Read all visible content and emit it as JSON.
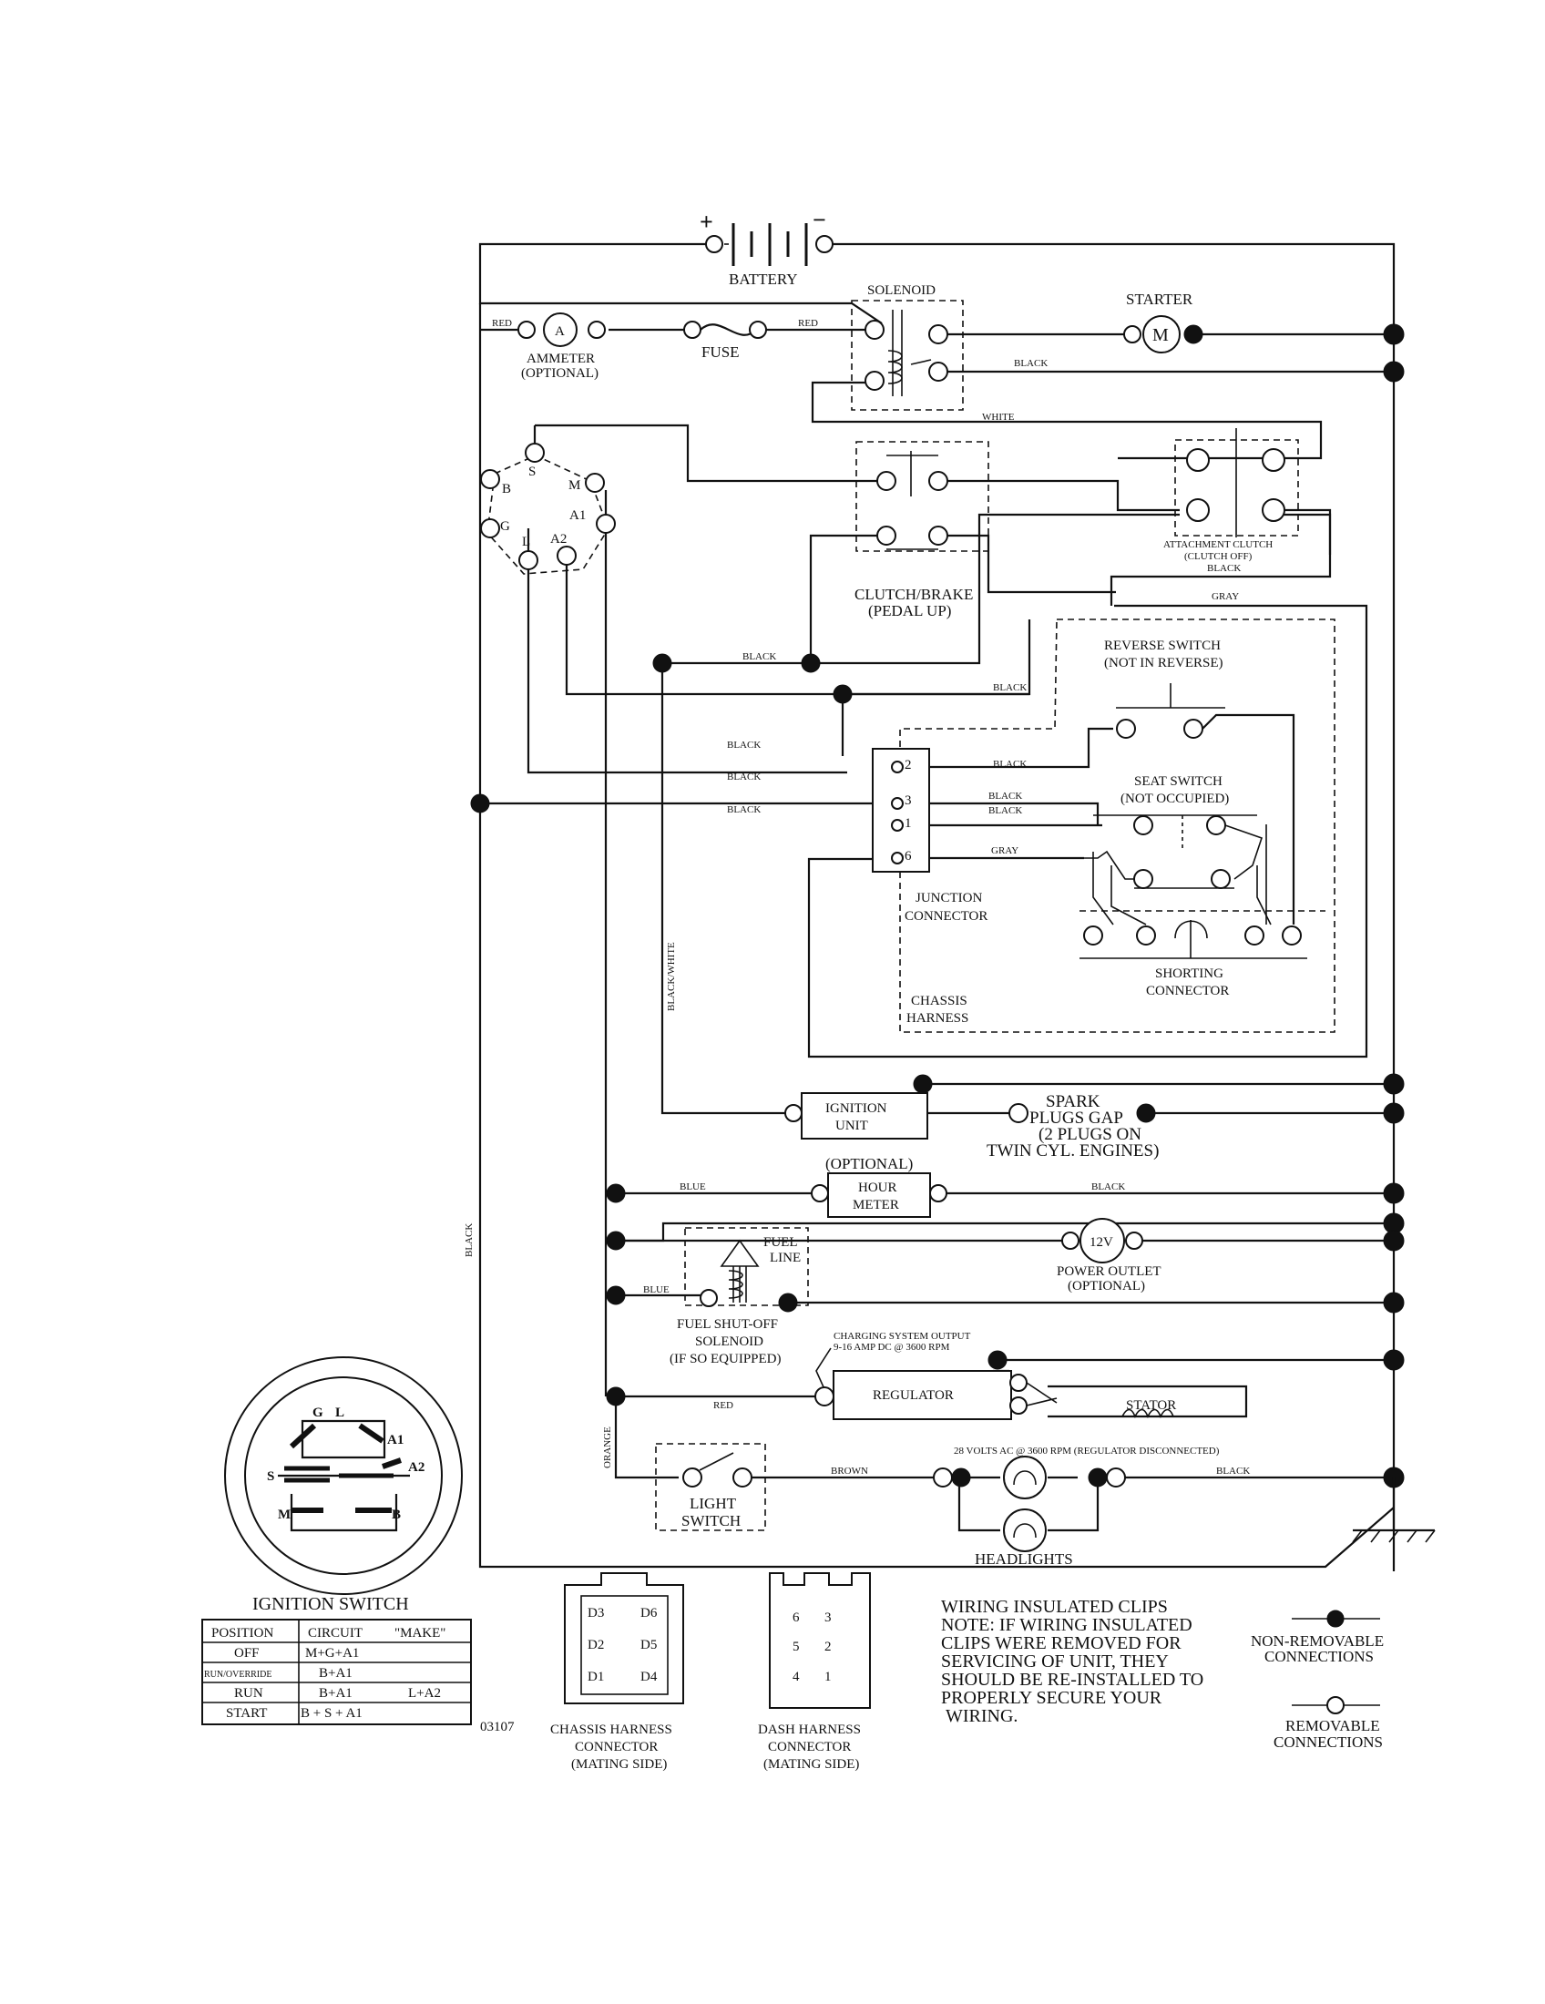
{
  "components": {
    "battery": "BATTERY",
    "battery_plus": "+",
    "battery_minus": "−",
    "solenoid": "SOLENOID",
    "starter": "STARTER",
    "starter_symbol": "M",
    "ammeter_symbol": "A",
    "ammeter_line1": "AMMETER",
    "ammeter_line2": "(OPTIONAL)",
    "fuse": "FUSE",
    "attachment_clutch_line1": "ATTACHMENT CLUTCH",
    "attachment_clutch_line2": "(CLUTCH OFF)",
    "clutch_brake_line1": "CLUTCH/BRAKE",
    "clutch_brake_line2": "(PEDAL UP)",
    "reverse_switch_line1": "REVERSE SWITCH",
    "reverse_switch_line2": "(NOT IN REVERSE)",
    "seat_switch_line1": "SEAT SWITCH",
    "seat_switch_line2": "(NOT OCCUPIED)",
    "junction_line1": "JUNCTION",
    "junction_line2": "CONNECTOR",
    "shorting_line1": "SHORTING",
    "shorting_line2": "CONNECTOR",
    "chassis_harness_line1": "CHASSIS",
    "chassis_harness_line2": "HARNESS",
    "ignition_unit_line1": "IGNITION",
    "ignition_unit_line2": "UNIT",
    "spark_line1": "SPARK",
    "spark_line2": "PLUGS GAP",
    "spark_line3": "(2 PLUGS ON",
    "spark_line4": "TWIN CYL. ENGINES)",
    "hour_meter_optional": "(OPTIONAL)",
    "hour_meter_line1": "HOUR",
    "hour_meter_line2": "METER",
    "power_outlet_symbol": "12V",
    "power_outlet_line1": "POWER OUTLET",
    "power_outlet_line2": "(OPTIONAL)",
    "fuel_line_line1": "FUEL",
    "fuel_line_line2": "LINE",
    "fuel_solenoid_line1": "FUEL SHUT-OFF",
    "fuel_solenoid_line2": "SOLENOID",
    "fuel_solenoid_line3": "(IF SO EQUIPPED)",
    "charging_line1": "CHARGING SYSTEM OUTPUT",
    "charging_line2": "9-16 AMP DC @ 3600 RPM",
    "regulator": "REGULATOR",
    "stator": "STATOR",
    "stator_note": "28 VOLTS AC @ 3600 RPM (REGULATOR DISCONNECTED)",
    "light_switch_line1": "LIGHT",
    "light_switch_line2": "SWITCH",
    "headlights": "HEADLIGHTS"
  },
  "wire_labels": {
    "red": "RED",
    "white": "WHITE",
    "black": "BLACK",
    "gray": "GRAY",
    "blue": "BLUE",
    "brown": "BROWN",
    "orange": "ORANGE",
    "black_white": "BLACK/WHITE",
    "black_upper": "BLACK",
    "black_lower": "BLACK",
    "black_mid": "BLACK"
  },
  "junction_pins": [
    "2",
    "3",
    "1",
    "6"
  ],
  "ignition_terminals": [
    "B",
    "S",
    "M",
    "G",
    "A1",
    "L",
    "A2"
  ],
  "ignition_switch": {
    "title": "IGNITION SWITCH",
    "face_labels": [
      "G",
      "L",
      "A1",
      "S",
      "A2",
      "M",
      "B"
    ],
    "table_header": [
      "POSITION",
      "CIRCUIT",
      "\"MAKE\""
    ],
    "rows": [
      {
        "position": "OFF",
        "circuit": "M+G+A1",
        "extra": ""
      },
      {
        "position": "RUN/OVERRIDE",
        "circuit": "B+A1",
        "extra": ""
      },
      {
        "position": "RUN",
        "circuit": "B+A1",
        "extra": "L+A2"
      },
      {
        "position": "START",
        "circuit": "B + S + A1",
        "extra": ""
      }
    ],
    "part_number": "03107"
  },
  "chassis_harness_connector": {
    "pins": [
      "D3",
      "D6",
      "D2",
      "D5",
      "D1",
      "D4"
    ],
    "label_line1": "CHASSIS HARNESS",
    "label_line2": "CONNECTOR",
    "label_line3": "(MATING SIDE)"
  },
  "dash_harness_connector": {
    "pins": [
      "6",
      "3",
      "5",
      "2",
      "4",
      "1"
    ],
    "label_line1": "DASH HARNESS",
    "label_line2": "CONNECTOR",
    "label_line3": "(MATING SIDE)"
  },
  "note": {
    "line1": "WIRING INSULATED CLIPS",
    "line2": "NOTE:  IF WIRING INSULATED",
    "line3": "CLIPS WERE REMOVED FOR",
    "line4": "SERVICING OF UNIT, THEY",
    "line5": "SHOULD BE RE-INSTALLED TO",
    "line6": "PROPERLY SECURE YOUR",
    "line7": "WIRING."
  },
  "legend": {
    "nonremovable_line1": "NON-REMOVABLE",
    "nonremovable_line2": "CONNECTIONS",
    "removable_line1": "REMOVABLE",
    "removable_line2": "CONNECTIONS"
  }
}
